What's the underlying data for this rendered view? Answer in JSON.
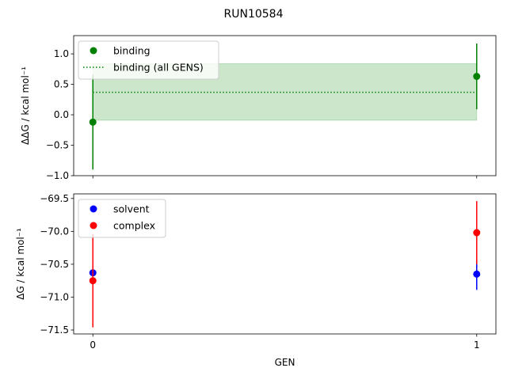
{
  "chart_data": [
    {
      "type": "scatter",
      "title": "RUN10584",
      "ylabel": "ΔΔG / kcal mol⁻¹",
      "xlim": [
        -0.05,
        1.05
      ],
      "ylim": [
        -1.0,
        1.3
      ],
      "yticks": [
        "−1.0",
        "−0.5",
        "0.0",
        "0.5",
        "1.0"
      ],
      "ytick_values": [
        -1.0,
        -0.5,
        0.0,
        0.5,
        1.0
      ],
      "legend_position": "top-left",
      "series": [
        {
          "name": "binding",
          "color": "#008000",
          "x": [
            0,
            1
          ],
          "y": [
            -0.12,
            0.63
          ],
          "yerr": [
            0.78,
            0.54
          ]
        },
        {
          "name": "binding (all GENS)",
          "color": "#008000",
          "style": "dotted",
          "value": 0.37,
          "band": [
            -0.09,
            0.84
          ]
        }
      ]
    },
    {
      "type": "scatter",
      "xlabel": "GEN",
      "ylabel": "ΔG / kcal mol⁻¹",
      "xlim": [
        -0.05,
        1.05
      ],
      "ylim": [
        -71.56,
        -69.43
      ],
      "xticks": [
        "0",
        "1"
      ],
      "xtick_values": [
        0,
        1
      ],
      "yticks": [
        "−71.5",
        "−71.0",
        "−70.5",
        "−70.0",
        "−69.5"
      ],
      "ytick_values": [
        -71.5,
        -71.0,
        -70.5,
        -70.0,
        -69.5
      ],
      "legend_position": "top-left",
      "series": [
        {
          "name": "solvent",
          "color": "#0000ff",
          "x": [
            0,
            1
          ],
          "y": [
            -70.63,
            -70.65
          ],
          "yerr": [
            0.1,
            0.24
          ]
        },
        {
          "name": "complex",
          "color": "#ff0000",
          "x": [
            0,
            1
          ],
          "y": [
            -70.75,
            -70.02
          ],
          "yerr": [
            0.71,
            0.48
          ]
        }
      ]
    }
  ]
}
